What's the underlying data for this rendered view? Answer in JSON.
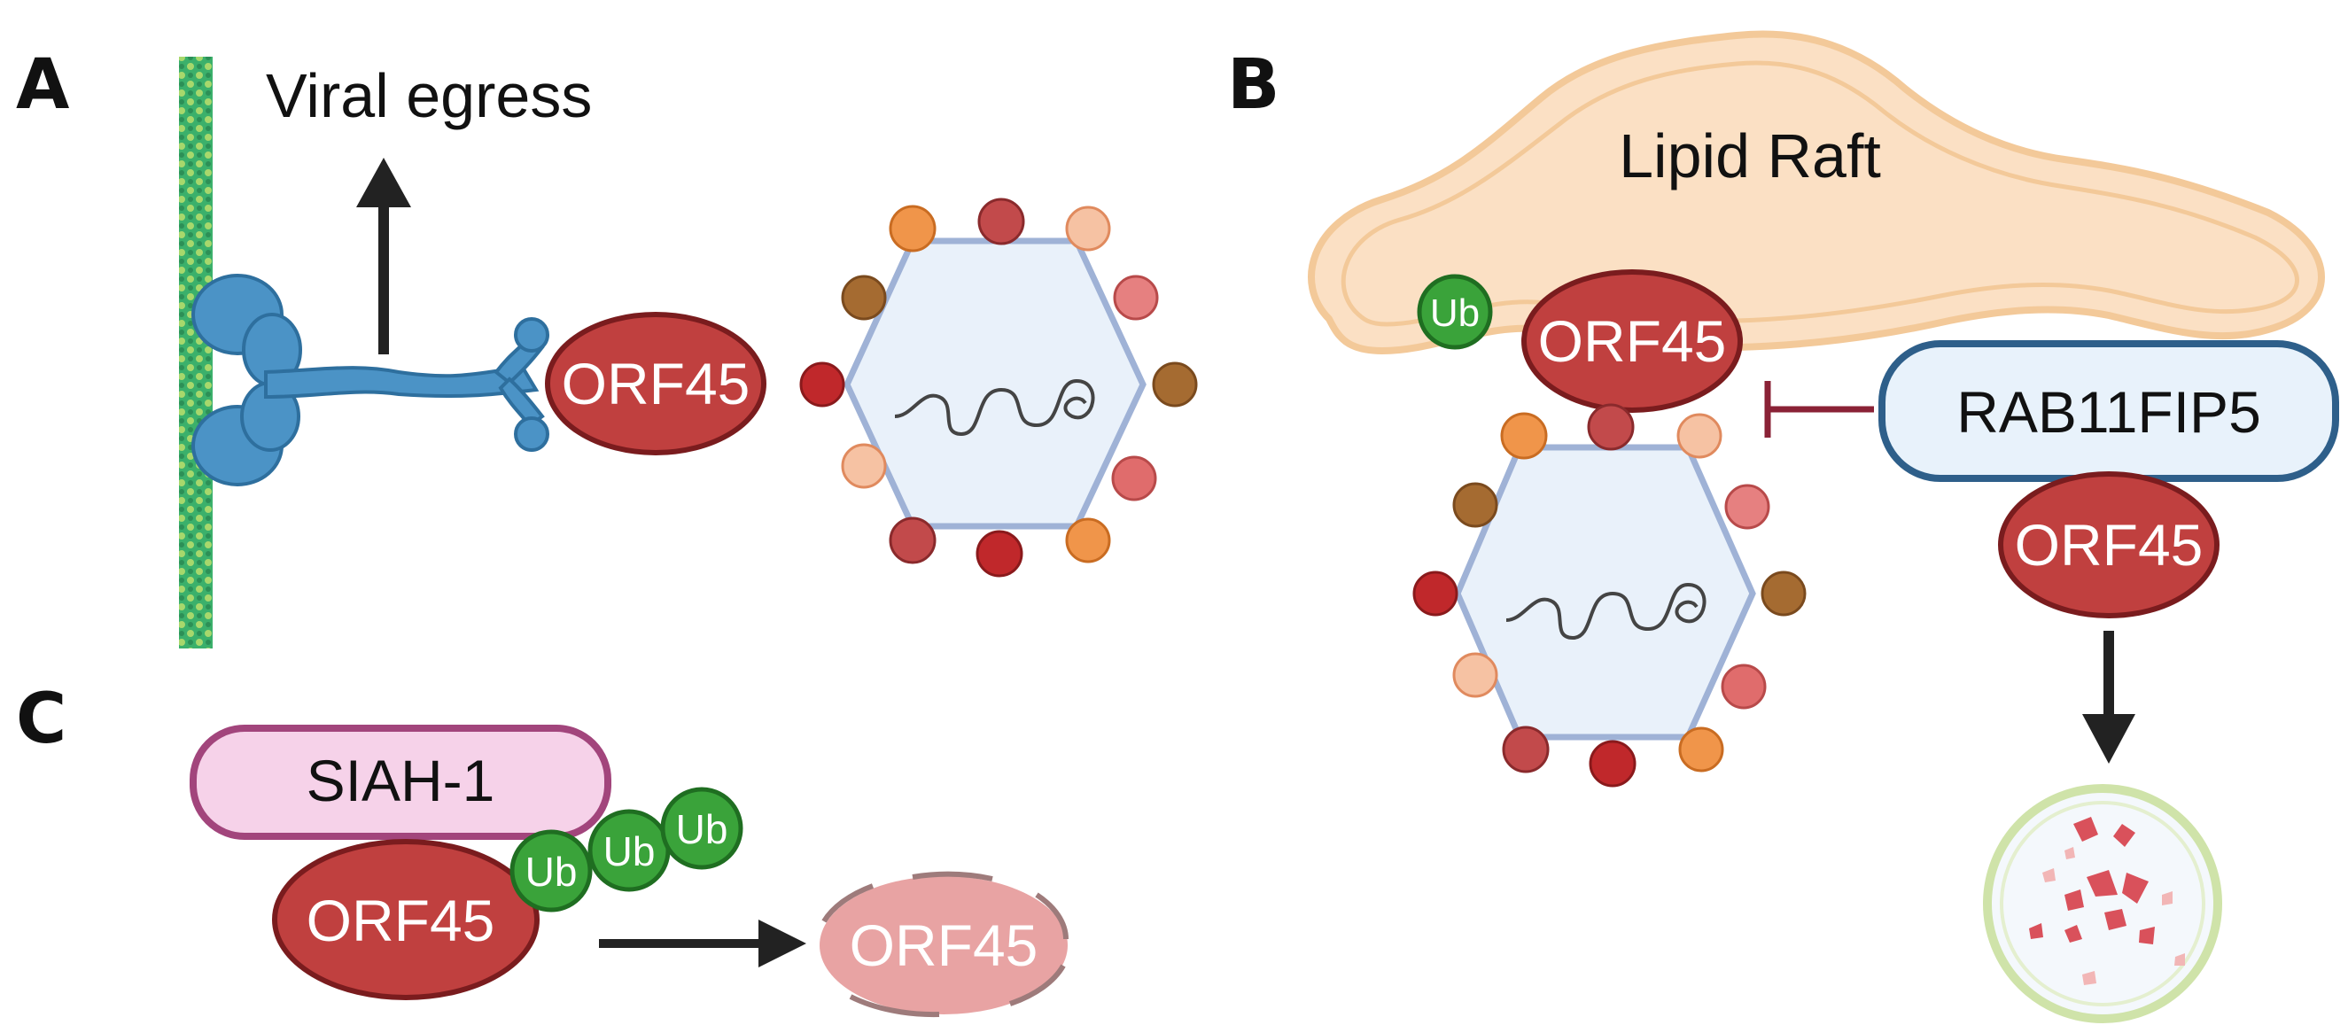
{
  "panels": {
    "a": {
      "letter": "A",
      "egress_label": "Viral egress",
      "orf45": "ORF45"
    },
    "b": {
      "letter": "B",
      "raft_label": "Lipid Raft",
      "ub": "Ub",
      "orf45_top": "ORF45",
      "rab": "RAB11FIP5",
      "orf45_bottom": "ORF45"
    },
    "c": {
      "letter": "C",
      "siah": "SIAH-1",
      "orf45": "ORF45",
      "ub1": "Ub",
      "ub2": "Ub",
      "ub3": "Ub",
      "orf45_faded": "ORF45"
    }
  },
  "colors": {
    "orf45_fill": "#c0403f",
    "orf45_stroke": "#7a1c1e",
    "capsid_fill": "#e9f1fa",
    "capsid_stroke": "#9fb2d6",
    "ub_fill": "#3aa33a",
    "ub_stroke": "#1f6e21",
    "rab_fill": "#e8f2fb",
    "rab_stroke": "#2e5f8a",
    "siah_fill": "#f6d2e9",
    "siah_stroke": "#a2457c",
    "raft_fill": "#fbe0c4",
    "raft_stroke": "#f3c999",
    "kinesin": "#4b93c6",
    "microtubule": "#3bb06b",
    "arrow": "#222222",
    "inhibit": "#8a2236",
    "lysosome_stroke": "#cfe3a9",
    "faded_orf45": "#e8a3a3"
  }
}
